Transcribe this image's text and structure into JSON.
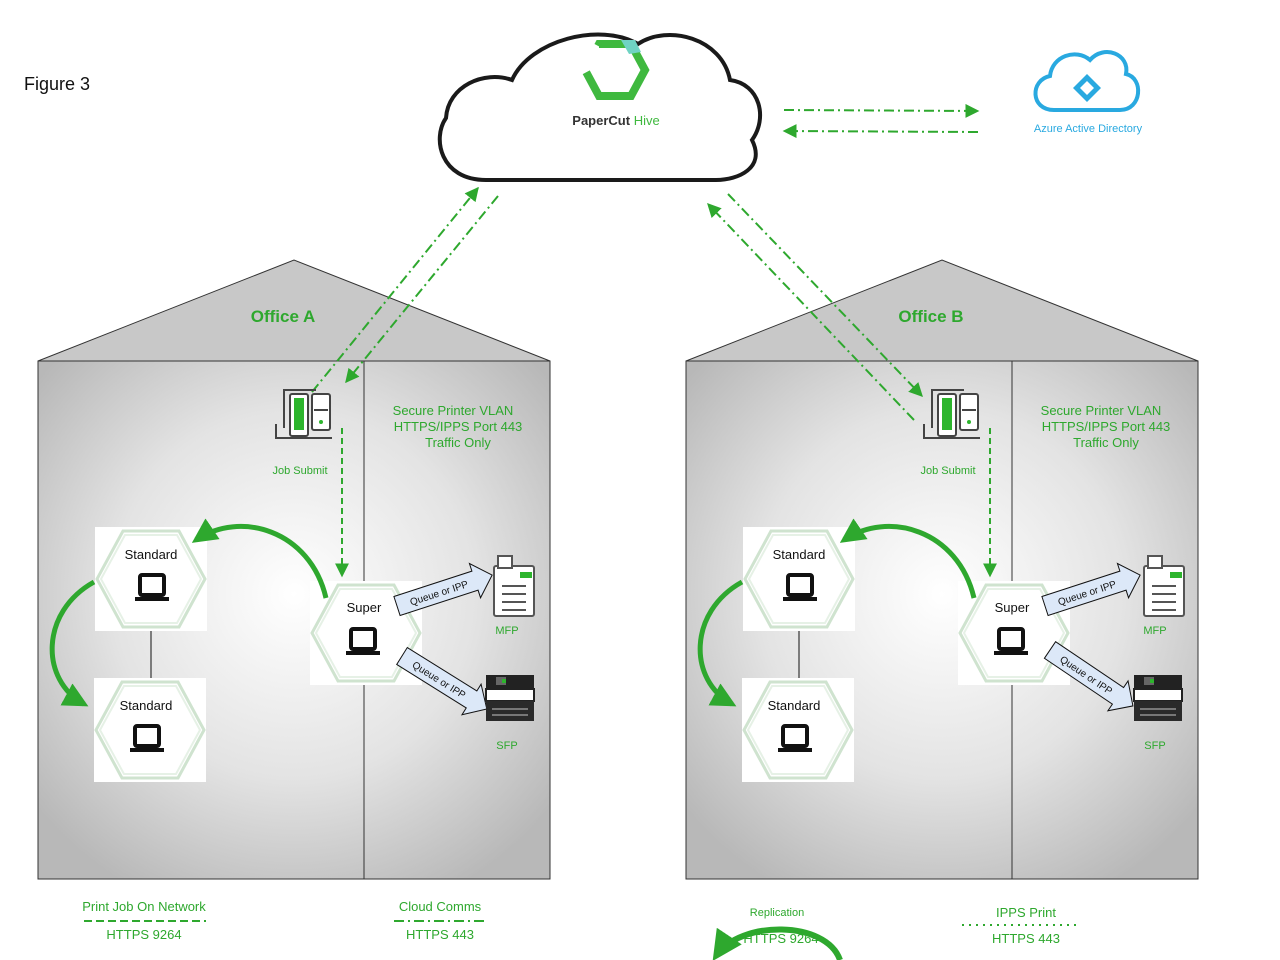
{
  "figure_label": "Figure 3",
  "cloud": {
    "brand_word1": "PaperCut",
    "brand_word2": "Hive"
  },
  "azure": {
    "label": "Azure Active Directory"
  },
  "offices": [
    {
      "title": "Office A",
      "vlan_lines": [
        "Secure Printer VLAN",
        "HTTPS/IPPS Port 443",
        "Traffic Only"
      ],
      "job_submit": "Job Submit",
      "standard_top": "Standard",
      "standard_bottom": "Standard",
      "super": "Super",
      "queue_top": "Queue or IPP",
      "queue_bottom": "Queue or IPP",
      "mfp": "MFP",
      "sfp": "SFP"
    },
    {
      "title": "Office B",
      "vlan_lines": [
        "Secure Printer VLAN",
        "HTTPS/IPPS Port 443",
        "Traffic Only"
      ],
      "job_submit": "Job Submit",
      "standard_top": "Standard",
      "standard_bottom": "Standard",
      "super": "Super",
      "queue_top": "Queue or IPP",
      "queue_bottom": "Queue or IPP",
      "mfp": "MFP",
      "sfp": "SFP"
    }
  ],
  "legend": {
    "print_job": {
      "title": "Print Job On Network",
      "sub": "HTTPS 9264"
    },
    "cloud_comms": {
      "title": "Cloud Comms",
      "sub": "HTTPS 443"
    },
    "replication": {
      "title": "Replication",
      "sub": "HTTPS 9264"
    },
    "ipps_print": {
      "title": "IPPS Print",
      "sub": "HTTPS 443"
    }
  },
  "colors": {
    "green": "#2ea82e",
    "icon_green": "#3fb93f",
    "azure_blue": "#29a9e0",
    "queue_fill": "#dce8f8"
  }
}
